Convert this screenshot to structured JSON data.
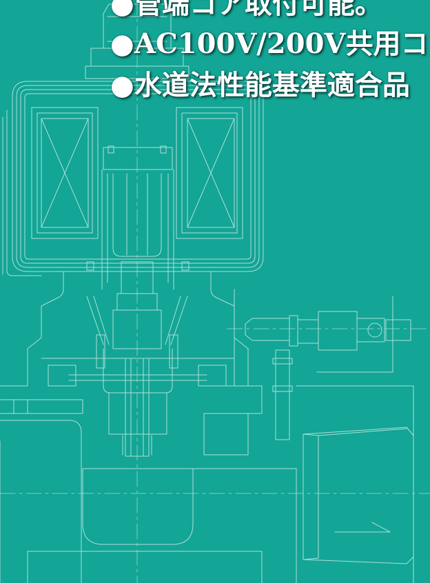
{
  "colors": {
    "background": "#13a595",
    "line": "#c8ece6",
    "text": "#ffffff"
  },
  "features": [
    "●管端コア取付可能。",
    "●AC100V/200V共用コ",
    "●水道法性能基準適合品"
  ]
}
